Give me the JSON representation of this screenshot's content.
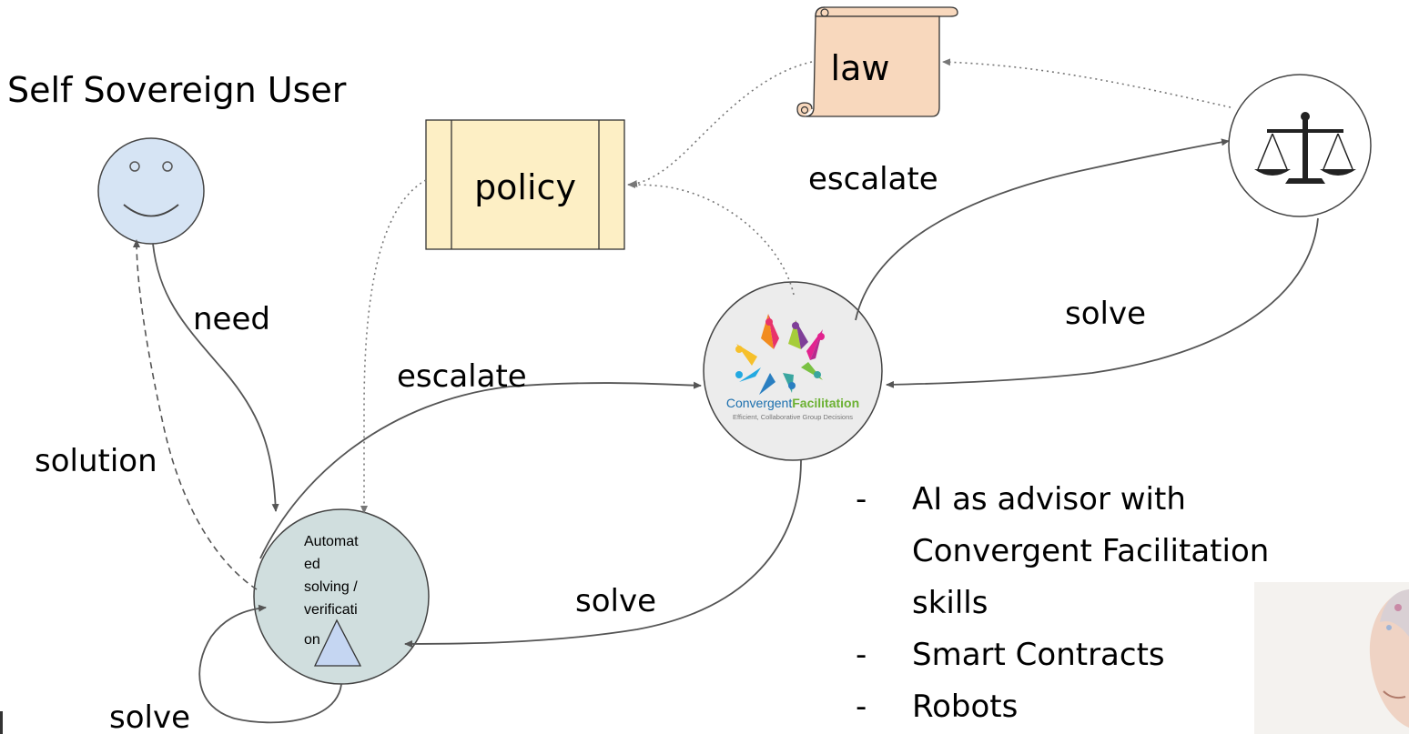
{
  "user": {
    "title": "Self Sovereign User"
  },
  "documents": {
    "policy": "policy",
    "law": "law"
  },
  "automated_node": {
    "label_lines": [
      "Automat",
      "ed",
      "solving /",
      "verificati",
      "on"
    ]
  },
  "convergent_logo": {
    "brand_part1": "Convergent",
    "brand_part2": "Facilitation",
    "tagline": "Efficient, Collaborative Group Decisions"
  },
  "edges": {
    "need": "need",
    "solution": "solution",
    "escalate_lower": "escalate",
    "escalate_upper": "escalate",
    "solve_right": "solve",
    "solve_middle": "solve",
    "solve_loop": "solve"
  },
  "bullets": {
    "items": [
      "AI as advisor with",
      "Convergent Facilitation",
      "skills",
      "Smart Contracts",
      "Robots"
    ],
    "marker": "-"
  },
  "colors": {
    "user_fill": "#d6e4f4",
    "policy_fill": "#fdefc5",
    "law_fill": "#f8d8bd",
    "automated_fill": "#d0dede",
    "triangle_fill": "#c5d6f2",
    "line": "#555555"
  }
}
